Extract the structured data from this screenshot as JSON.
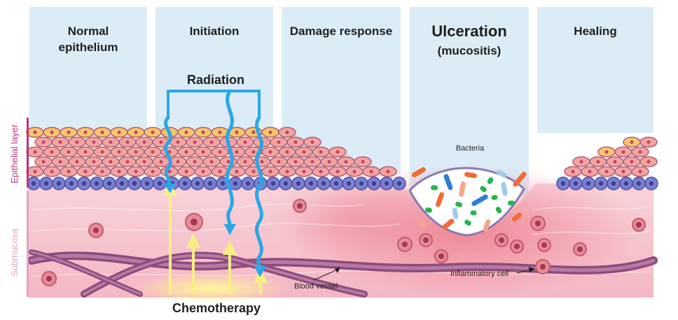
{
  "stages": [
    {
      "line1": "Normal",
      "line2": "epithelium"
    },
    {
      "line1": "Initiation",
      "line2": ""
    },
    {
      "line1": "Damage response",
      "line2": ""
    },
    {
      "line1": "Ulceration",
      "line2": "(mucositis)"
    },
    {
      "line1": "Healing",
      "line2": ""
    }
  ],
  "side_labels": {
    "epithelial": "Epithelial layer",
    "submucosa": "Submucosa"
  },
  "labels": {
    "radiation": "Radiation",
    "chemotherapy": "Chemotherapy",
    "bacteria": "Bacteria",
    "blood_vessel": "Blood vessel",
    "inflammatory_cell": "Inflammatory cell"
  },
  "colors": {
    "stage_panel": "#dcecf6",
    "submucosa": "#f6c9d2",
    "submucosa_deep": "#f3a8b6",
    "basal_cell": "#7a7fd0",
    "squamous_cell": "#f4a4a0",
    "surface_cell": "#f7c56a",
    "radiation": "#2aa7e6",
    "chemotherapy": "#f7f08a",
    "vessel": "#9a5a88",
    "side_bar": "#b8347f"
  }
}
